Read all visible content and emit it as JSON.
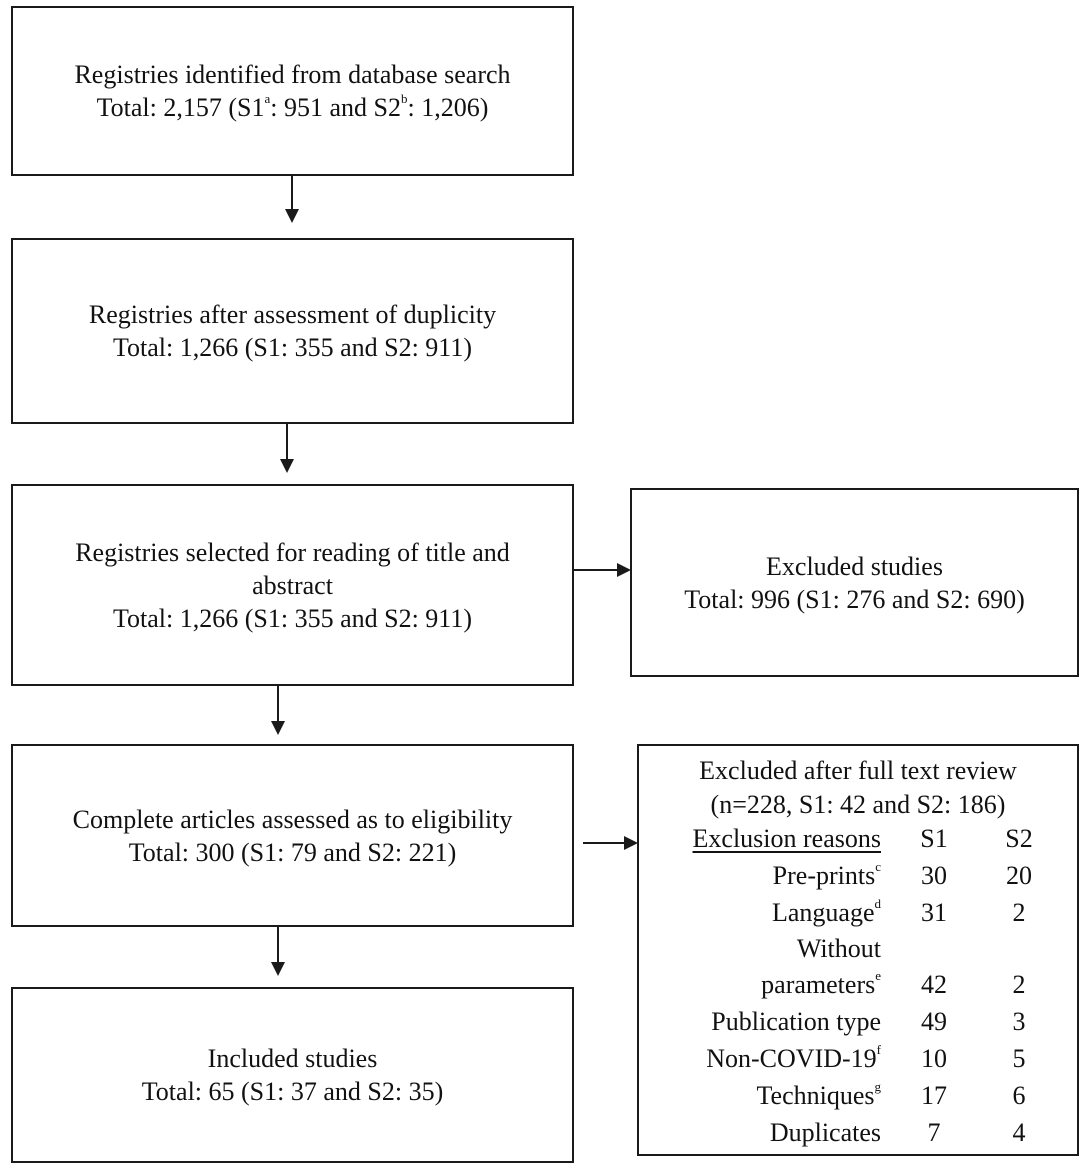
{
  "boxes": {
    "identified": {
      "line1": "Registries identified from database search",
      "line2_pre": "Total: 2,157 (S1",
      "sup_a": "a",
      "line2_mid": ": 951 and S2",
      "sup_b": "b",
      "line2_post": ": 1,206)"
    },
    "duplicity": {
      "line1": "Registries after assessment of duplicity",
      "line2": "Total: 1,266 (S1: 355 and S2: 911)"
    },
    "selected": {
      "line1": "Registries selected for reading of title and",
      "line2": "abstract",
      "line3": "Total: 1,266 (S1: 355 and S2: 911)"
    },
    "excluded": {
      "line1": "Excluded studies",
      "line2": "Total: 996 (S1: 276 and S2: 690)"
    },
    "eligibility": {
      "line1": "Complete articles assessed as to eligibility",
      "line2": "Total: 300 (S1: 79 and S2: 221)"
    },
    "included": {
      "line1": "Included studies",
      "line2": "Total: 65 (S1: 37 and S2: 35)"
    }
  },
  "full_text_exclusion": {
    "title": "Excluded after full text review",
    "subtitle": "(n=228, S1: 42 and S2: 186)",
    "header": {
      "label": "Exclusion reasons",
      "s1": "S1",
      "s2": "S2"
    },
    "reasons": [
      {
        "label": "Pre-prints",
        "sup": "c",
        "s1": "30",
        "s2": "20"
      },
      {
        "label": "Language",
        "sup": "d",
        "s1": "31",
        "s2": "2"
      },
      {
        "label_line1": "Without",
        "label": "parameters",
        "sup": "e",
        "s1": "42",
        "s2": "2"
      },
      {
        "label": "Publication type",
        "sup": "",
        "s1": "49",
        "s2": "3"
      },
      {
        "label": "Non-COVID-19",
        "sup": "f",
        "s1": "10",
        "s2": "5"
      },
      {
        "label": "Techniques",
        "sup": "g",
        "s1": "17",
        "s2": "6"
      },
      {
        "label": "Duplicates",
        "sup": "",
        "s1": "7",
        "s2": "4"
      }
    ]
  }
}
